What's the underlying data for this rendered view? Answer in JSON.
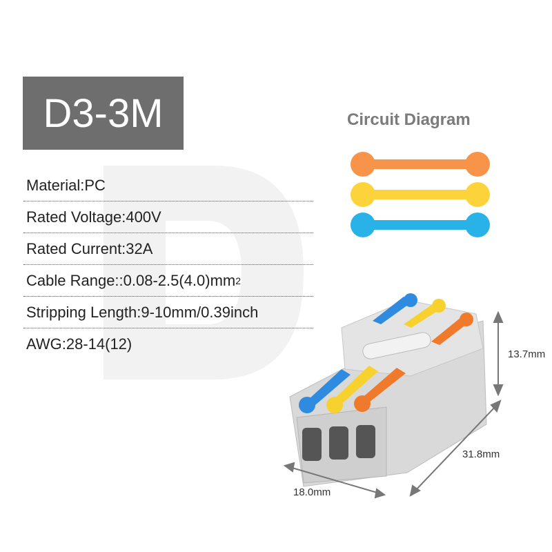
{
  "product": {
    "model": "D3-3M"
  },
  "specs": [
    {
      "label": "Material:PC"
    },
    {
      "label": "Rated Voltage:400V"
    },
    {
      "label": "Rated Current:32A"
    },
    {
      "label": "Cable Range::0.08-2.5(4.0)mm",
      "sup": "2"
    },
    {
      "label": "Stripping Length:9-10mm/0.39inch"
    },
    {
      "label": "AWG:28-14(12)"
    }
  ],
  "circuit": {
    "title": "Circuit Diagram",
    "colors": [
      "#f7944a",
      "#fdd33b",
      "#29b2e8"
    ]
  },
  "dimensions": {
    "height": "13.7mm",
    "length": "31.8mm",
    "width": "18.0mm"
  },
  "icons": [
    "d-logo-watermark-icon",
    "connector-product-icon"
  ]
}
